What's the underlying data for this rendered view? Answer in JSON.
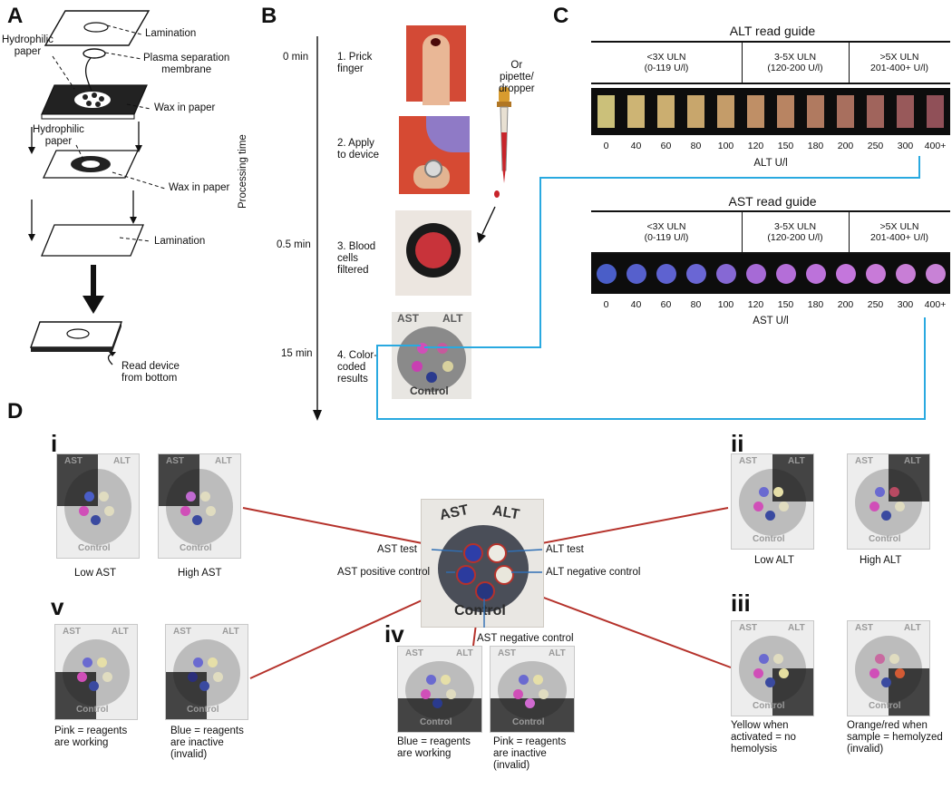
{
  "panels": {
    "a": "A",
    "b": "B",
    "c": "C",
    "d": "D"
  },
  "panel_a": {
    "lamination_top": "Lamination",
    "hydrophilic_paper_1": "Hydrophilic\npaper",
    "plasma_membrane": "Plasma separation\nmembrane",
    "wax_in_paper_1": "Wax in paper",
    "hydrophilic_paper_2": "Hydrophilic\npaper",
    "wax_in_paper_2": "Wax in paper",
    "lamination_bottom": "Lamination",
    "read_device": "Read device\nfrom bottom"
  },
  "panel_b": {
    "axis_label": "Processing time",
    "times": [
      "0 min",
      "0.5 min",
      "15 min"
    ],
    "steps": [
      "1. Prick\nfinger",
      "2. Apply\nto device",
      "3. Blood\ncells\nfiltered",
      "4. Color-\ncoded\nresults"
    ],
    "or_label": "Or\npipette/\ndropper",
    "device_labels": {
      "ast": "AST",
      "alt": "ALT",
      "control": "Control"
    }
  },
  "panel_c": {
    "alt_title": "ALT read guide",
    "ast_title": "AST read guide",
    "ranges": [
      "<3X ULN\n(0-119 U/l)",
      "3-5X ULN\n(120-200 U/l)",
      ">5X ULN\n201-400+ U/l)"
    ],
    "scale_values": [
      "0",
      "40",
      "60",
      "80",
      "100",
      "120",
      "150",
      "180",
      "200",
      "250",
      "300",
      "400+"
    ],
    "alt_units": "ALT U/l",
    "ast_units": "AST U/l",
    "alt_colors": [
      "#cbc07a",
      "#cdb474",
      "#cbae70",
      "#c8a66c",
      "#c49c69",
      "#bf8f66",
      "#b88462",
      "#b07a60",
      "#a86f5e",
      "#a0645c",
      "#98595a",
      "#905058"
    ],
    "ast_colors": [
      "#4a5ec8",
      "#5660cc",
      "#5e62d0",
      "#6a66d4",
      "#8668d4",
      "#a66ad6",
      "#b46ed8",
      "#bc72da",
      "#c476dc",
      "#c87ad8",
      "#c87ed6",
      "#c882d6"
    ]
  },
  "panel_d": {
    "romans": [
      "i",
      "ii",
      "iii",
      "iv",
      "v"
    ],
    "center_labels": {
      "ast_test": "AST test",
      "ast_positive": "AST positive control",
      "alt_test": "ALT test",
      "alt_negative": "ALT negative control",
      "ast_negative": "AST negative control"
    },
    "device_text": {
      "ast": "AST",
      "alt": "ALT",
      "control": "Control"
    },
    "captions": {
      "low_ast": "Low AST",
      "high_ast": "High AST",
      "low_alt": "Low ALT",
      "high_alt": "High ALT",
      "v_pink": "Pink = reagents\nare working",
      "v_blue": "Blue = reagents\nare inactive\n(invalid)",
      "iv_blue": "Blue = reagents\nare working",
      "iv_pink": "Pink = reagents\nare inactive\n(invalid)",
      "iii_yellow": "Yellow when\nactivated = no\nhemolysis",
      "iii_orange": "Orange/red when\nsample = hemolyzed\n(invalid)"
    }
  },
  "colors": {
    "cyan_line": "#29a9e0",
    "red_line": "#b5322b"
  }
}
